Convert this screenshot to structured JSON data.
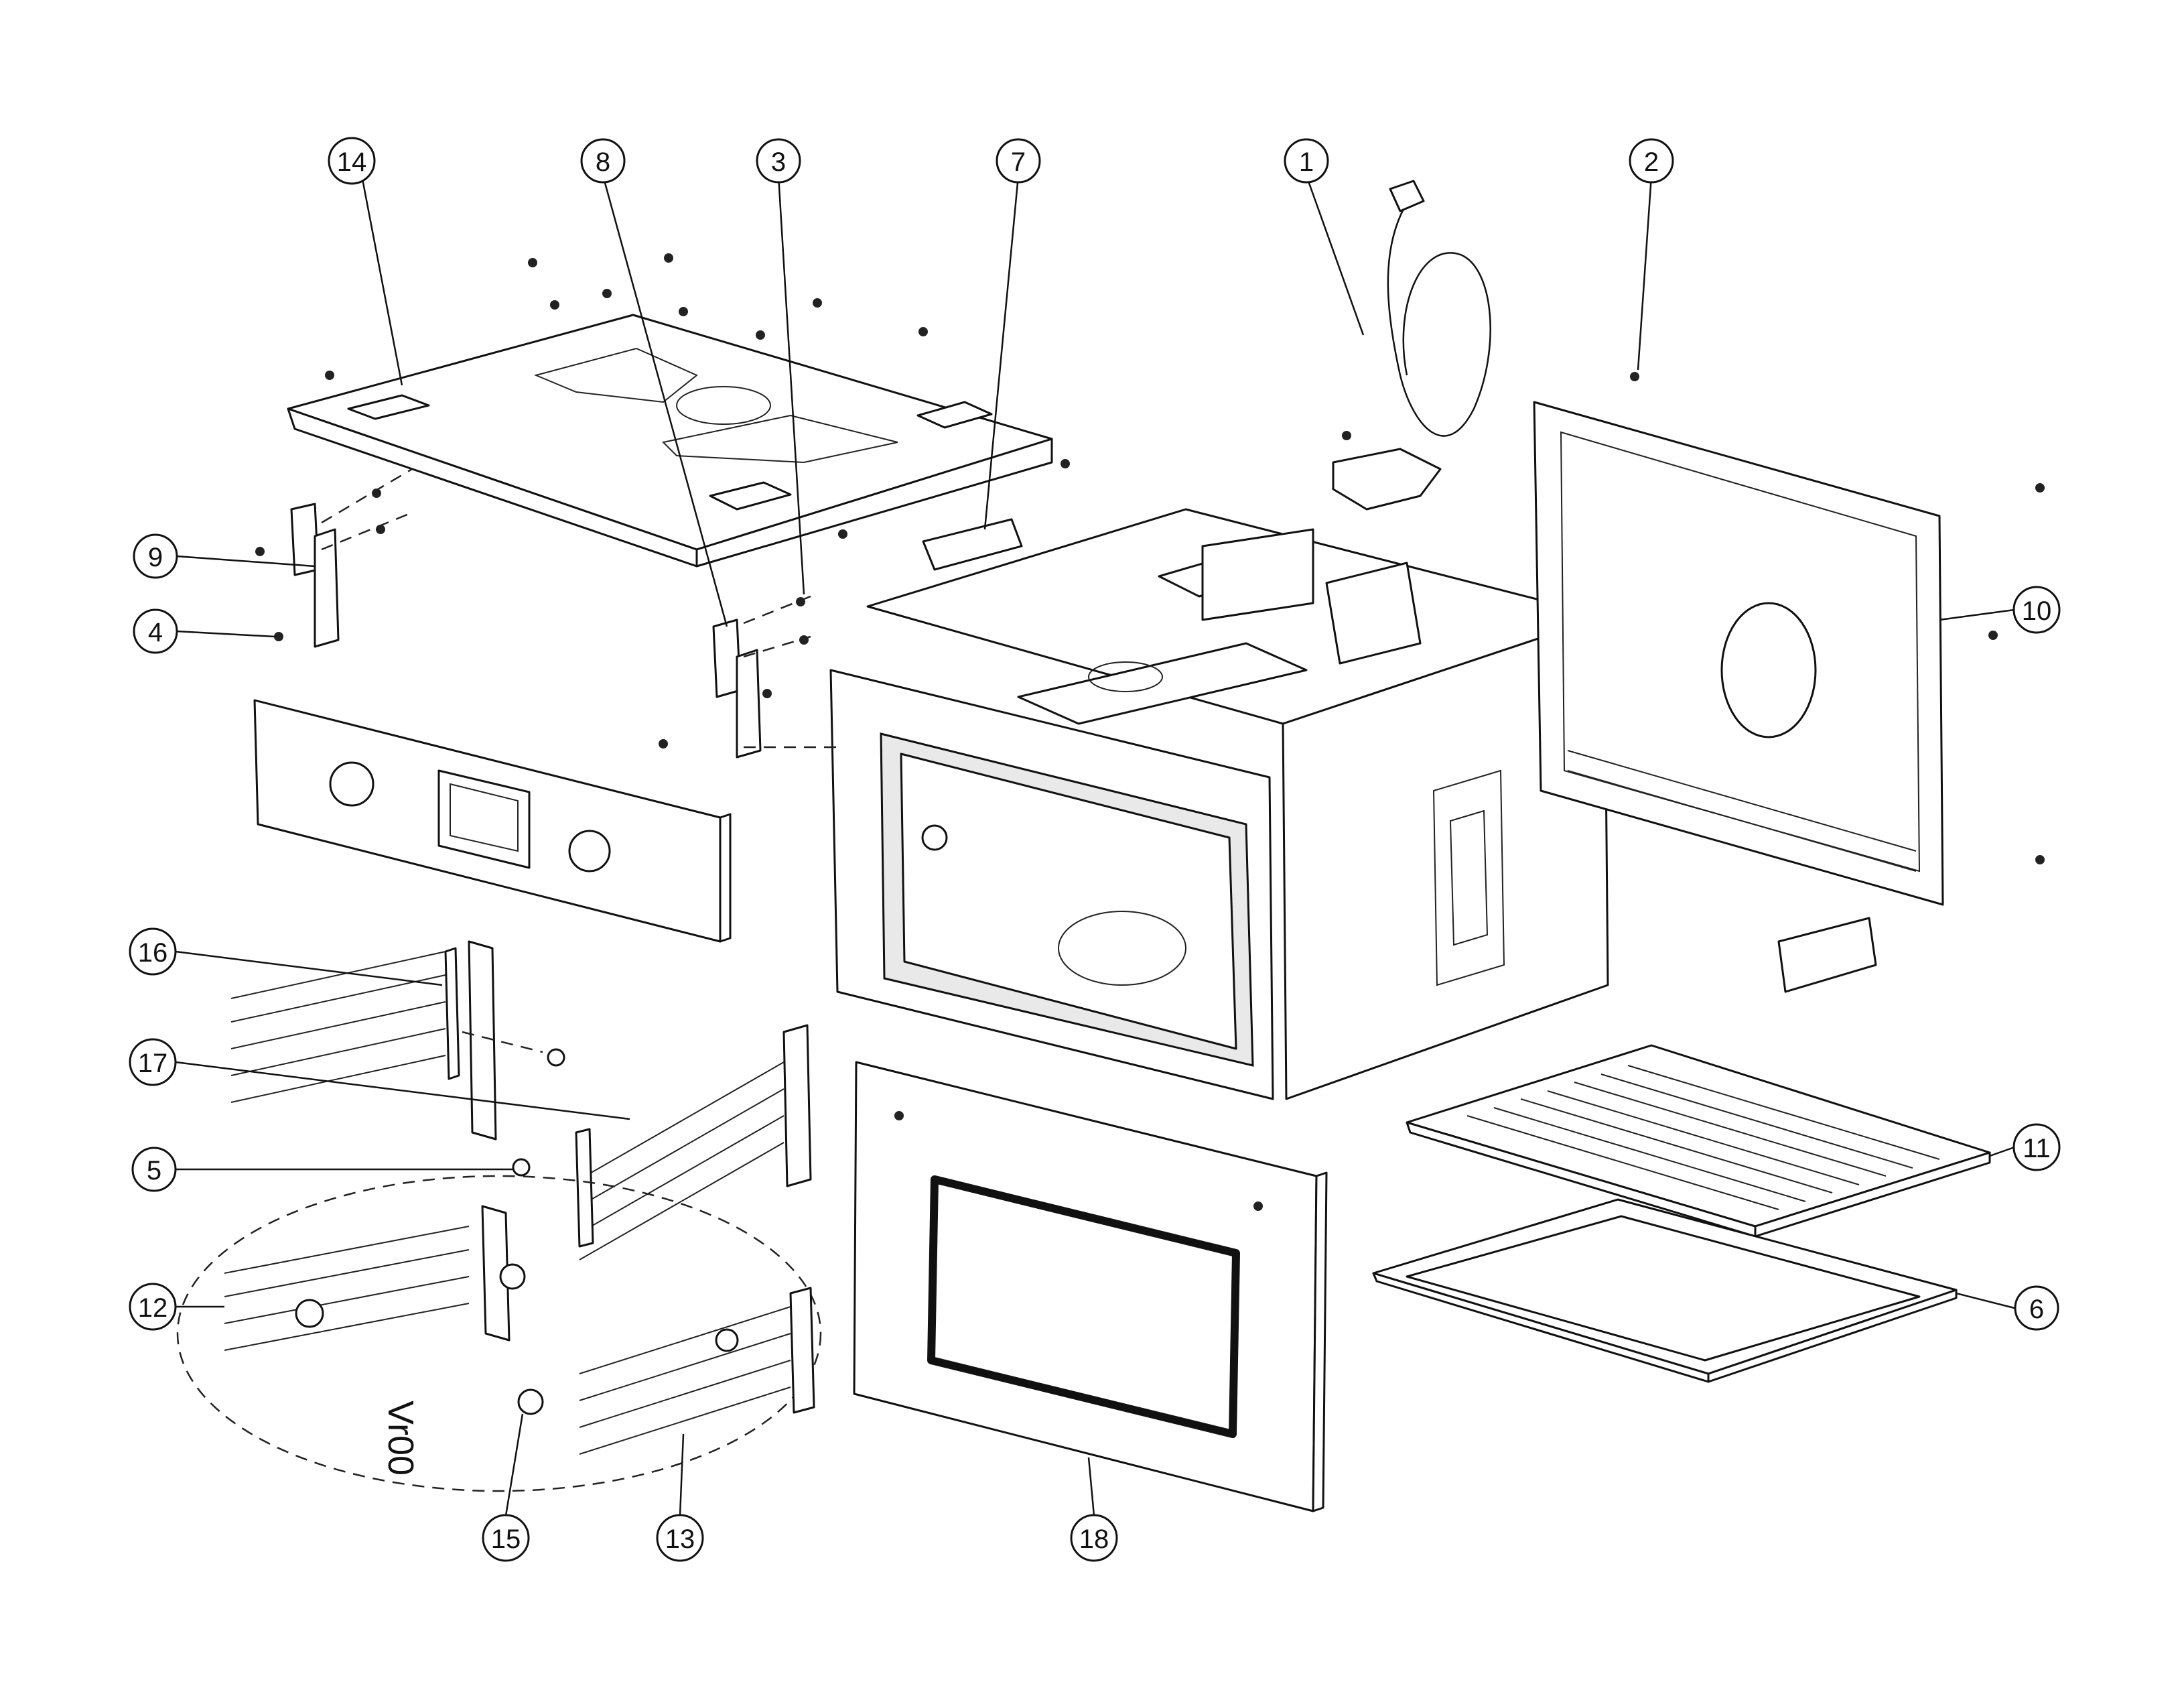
{
  "revision_mark": "Vr00",
  "callouts": [
    {
      "id": "c1",
      "label": "1"
    },
    {
      "id": "c2",
      "label": "2"
    },
    {
      "id": "c3",
      "label": "3"
    },
    {
      "id": "c4",
      "label": "4"
    },
    {
      "id": "c5",
      "label": "5"
    },
    {
      "id": "c6",
      "label": "6"
    },
    {
      "id": "c7",
      "label": "7"
    },
    {
      "id": "c8",
      "label": "8"
    },
    {
      "id": "c9",
      "label": "9"
    },
    {
      "id": "c10",
      "label": "10"
    },
    {
      "id": "c11",
      "label": "11"
    },
    {
      "id": "c12",
      "label": "12"
    },
    {
      "id": "c13",
      "label": "13"
    },
    {
      "id": "c14",
      "label": "14"
    },
    {
      "id": "c15",
      "label": "15"
    },
    {
      "id": "c16",
      "label": "16"
    },
    {
      "id": "c17",
      "label": "17"
    },
    {
      "id": "c18",
      "label": "18"
    }
  ]
}
